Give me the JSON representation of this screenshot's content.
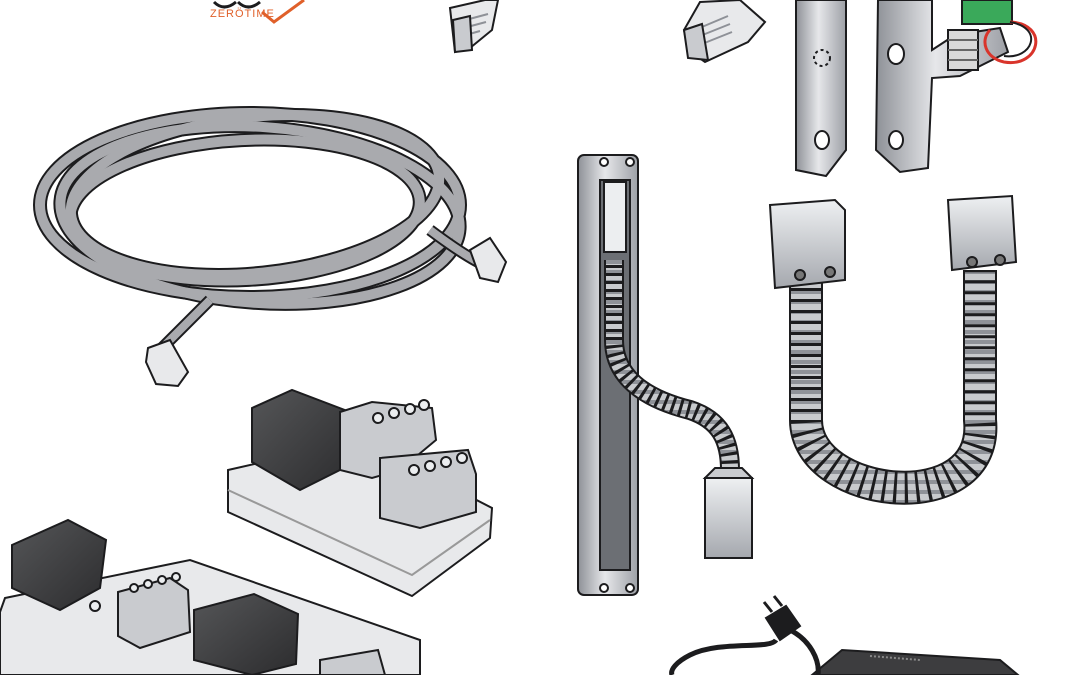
{
  "logo": {
    "text": "ZERÖTIME",
    "brand_color": "#e0602a"
  },
  "palette": {
    "metal_light": "#dfe0e3",
    "metal_mid": "#b9bcc1",
    "metal_dark": "#8e9197",
    "block_dark": "#3d3d3f",
    "wire_red": "#d9342b",
    "terminal_green": "#3aa95a",
    "cable_gray": "#a9aaae",
    "outline": "#1c1c1e"
  },
  "items": [
    {
      "name": "rj45-plug-top-left"
    },
    {
      "name": "rj45-plug-top-right"
    },
    {
      "name": "electric-strike-lock"
    },
    {
      "name": "coiled-network-cable"
    },
    {
      "name": "rail-door-cable-loop"
    },
    {
      "name": "armored-door-cable-loop"
    },
    {
      "name": "junction-box-small"
    },
    {
      "name": "junction-board-long"
    },
    {
      "name": "power-supply-adapter"
    }
  ]
}
